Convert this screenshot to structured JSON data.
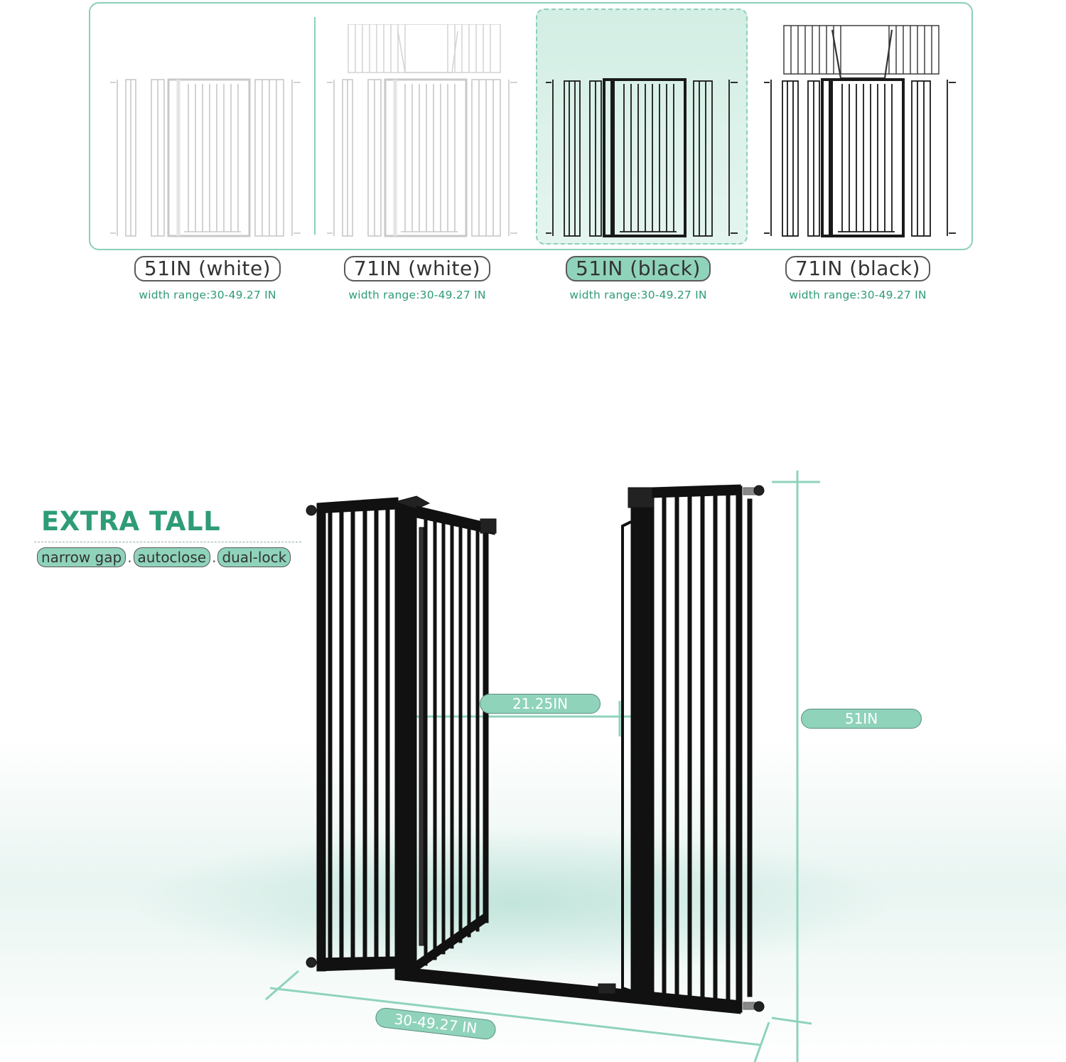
{
  "variants": [
    {
      "name": "51IN (white)",
      "range": "width range:30-49.27 IN",
      "color": "#ffffff",
      "selected": false
    },
    {
      "name": "71IN (white)",
      "range": "width range:30-49.27 IN",
      "color": "#ffffff",
      "selected": false
    },
    {
      "name": "51IN (black)",
      "range": "width range:30-49.27 IN",
      "color": "#1a1a1a",
      "selected": true
    },
    {
      "name": "71IN (black)",
      "range": "width range:30-49.27 IN",
      "color": "#1a1a1a",
      "selected": false
    }
  ],
  "headline": "EXTRA TALL",
  "features": [
    "narrow gap",
    "autoclose",
    "dual-lock"
  ],
  "feature_separator": ".",
  "dimensions": {
    "gap": "21.25IN",
    "height": "51IN",
    "width": "30-49.27 IN"
  },
  "colors": {
    "accent": "#8fd3bb",
    "accent_text": "#2e9c77",
    "gate": "#111111"
  }
}
